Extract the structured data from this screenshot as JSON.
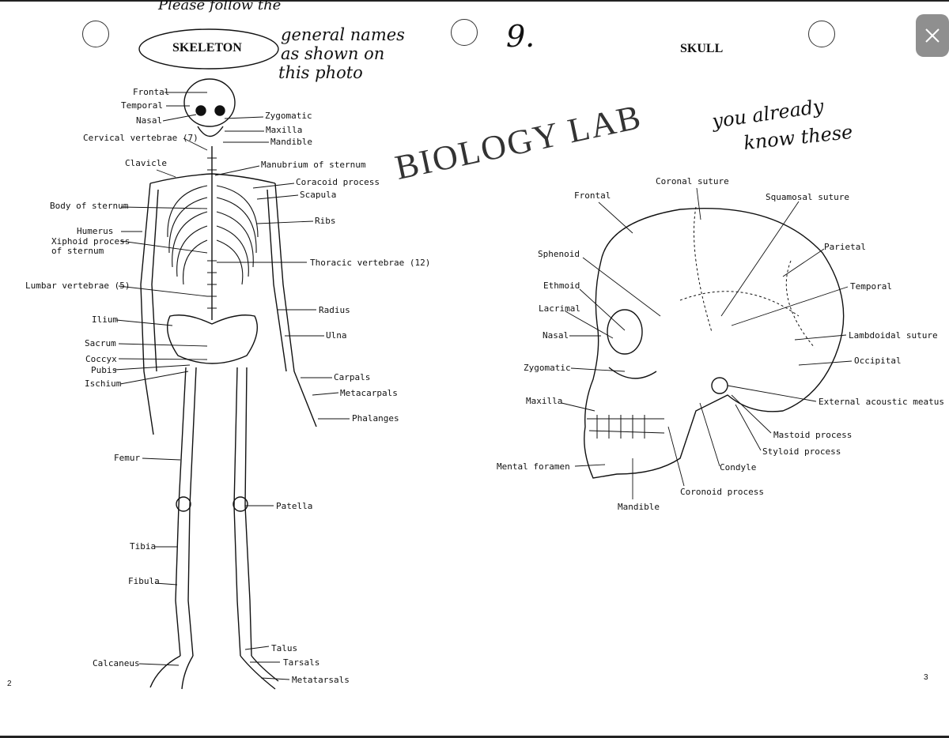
{
  "page": {
    "left_page_number": "2",
    "right_page_number": "3"
  },
  "skeleton": {
    "heading": "SKELETON",
    "labels": {
      "frontal": "Frontal",
      "temporal": "Temporal",
      "nasal": "Nasal",
      "cervical": "Cervical vertebrae (7)",
      "zygomatic": "Zygomatic",
      "maxilla": "Maxilla",
      "mandible": "Mandible",
      "clavicle": "Clavicle",
      "manubrium": "Manubrium of sternum",
      "coracoid": "Coracoid process",
      "scapula": "Scapula",
      "body_sternum": "Body of sternum",
      "ribs": "Ribs",
      "humerus": "Humerus",
      "xiphoid1": "Xiphoid process",
      "xiphoid2": "of sternum",
      "thoracic": "Thoracic vertebrae (12)",
      "lumbar": "Lumbar vertebrae (5)",
      "radius": "Radius",
      "ilium": "Ilium",
      "ulna": "Ulna",
      "sacrum": "Sacrum",
      "coccyx": "Coccyx",
      "pubis": "Pubis",
      "ischium": "Ischium",
      "carpals": "Carpals",
      "metacarpals": "Metacarpals",
      "phalanges": "Phalanges",
      "femur": "Femur",
      "patella": "Patella",
      "tibia": "Tibia",
      "fibula": "Fibula",
      "talus": "Talus",
      "tarsals": "Tarsals",
      "metatarsals": "Metatarsals",
      "calcaneus": "Calcaneus"
    }
  },
  "skull": {
    "heading": "SKULL",
    "labels": {
      "coronal": "Coronal suture",
      "frontal": "Frontal",
      "squamosal": "Squamosal suture",
      "parietal": "Parietal",
      "sphenoid": "Sphenoid",
      "temporal": "Temporal",
      "ethmoid": "Ethmoid",
      "lacrimal": "Lacrimal",
      "nasal": "Nasal",
      "lambdoidal": "Lambdoidal suture",
      "occipital": "Occipital",
      "zygomatic": "Zygomatic",
      "maxilla": "Maxilla",
      "ext_meatus": "External acoustic meatus",
      "mastoid": "Mastoid process",
      "styloid": "Styloid process",
      "mental": "Mental foramen",
      "condyle": "Condyle",
      "coronoid": "Coronoid process",
      "mandible": "Mandible"
    }
  },
  "annotations": {
    "top_line1": "Please follow the",
    "top_line2": "general names",
    "top_line3": "as shown on",
    "top_line4": "this photo",
    "number": "9.",
    "already_1": "you already",
    "already_2": "know these",
    "stamp": "BIOLOGY LAB"
  },
  "icons": {
    "close": "close-icon"
  }
}
